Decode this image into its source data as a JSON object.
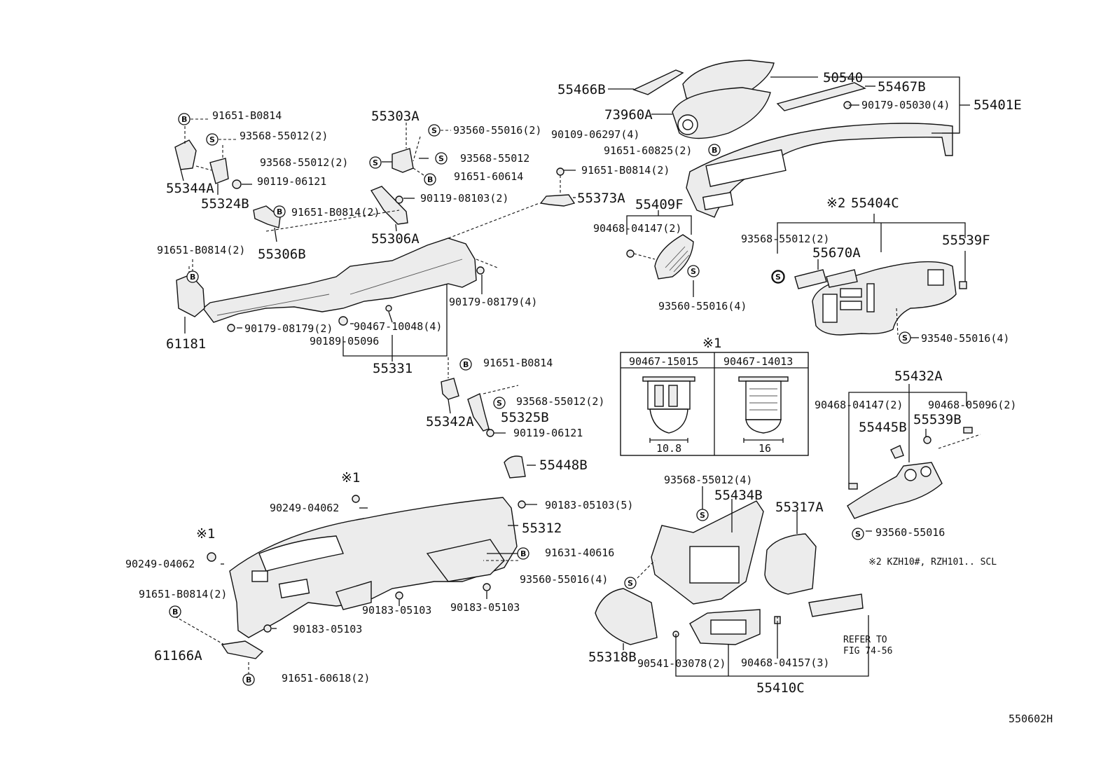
{
  "diagram_code": "550602H",
  "parts": {
    "p55466B": "55466B",
    "p50540": "50540",
    "p55467B": "55467B",
    "p73960A": "73960A",
    "p90179_05030": "90179-05030(4)",
    "p55401E": "55401E",
    "p90109_06297": "90109-06297(4)",
    "p91651_60825": "91651-60825(2)",
    "p91651_B0814_a": "91651-B0814",
    "p93568_55012_2a": "93568-55012(2)",
    "p55344A": "55344A",
    "p90119_06121_a": "90119-06121",
    "p55324B": "55324B",
    "p91651_B0814_2a": "91651-B0814(2)",
    "p55306B": "55306B",
    "p55303A": "55303A",
    "p93560_55016_2": "93560-55016(2)",
    "p93568_55012_2b": "93568-55012(2)",
    "p93568_55012_c": "93568-55012",
    "p91651_60614": "91651-60614",
    "p91651_B0814_2b": "91651-B0814(2)",
    "p90119_08103": "90119-08103(2)",
    "p55373A": "55373A",
    "p55306A": "55306A",
    "p91651_B0814_2c": "91651-B0814(2)",
    "p61181": "61181",
    "p90179_08179_2": "90179-08179(2)",
    "p90467_10048": "90467-10048(4)",
    "p90189_05096": "90189-05096",
    "p90179_08179_4": "90179-08179(4)",
    "p55331": "55331",
    "p55409F": "55409F",
    "p90468_04147_2a": "90468-04147(2)",
    "p93560_55016_4a": "93560-55016(4)",
    "p55404C": "55404C",
    "mark2": "※2",
    "p93568_55012_2d": "93568-55012(2)",
    "p55670A": "55670A",
    "p55539F": "55539F",
    "p93540_55016": "93540-55016(4)",
    "p91651_B0814_d": "91651-B0814",
    "p93568_55012_2e": "93568-55012(2)",
    "p55325B": "55325B",
    "p55342A": "55342A",
    "p90119_06121_b": "90119-06121",
    "p55448B": "55448B",
    "p55432A": "55432A",
    "p90468_04147_2b": "90468-04147(2)",
    "p90468_05096": "90468-05096(2)",
    "p55445B": "55445B",
    "p55539B": "55539B",
    "p93560_55016_a": "93560-55016",
    "note2": "※2 KZH10#, RZH101.. SCL",
    "mark1a": "※1",
    "p90249_04062_a": "90249-04062",
    "p90183_05103_5": "90183-05103(5)",
    "p55312": "55312",
    "mark1b": "※1",
    "p90249_04062_b": "90249-04062",
    "p91631_40616": "91631-40616",
    "p91651_B0814_2e": "91651-B0814(2)",
    "p90183_05103_a": "90183-05103",
    "p90183_05103_b": "90183-05103",
    "p90183_05103_c": "90183-05103",
    "p61166A": "61166A",
    "p91651_60618": "91651-60618(2)",
    "p93568_55012_4": "93568-55012(4)",
    "p55434B": "55434B",
    "p55317A": "55317A",
    "p93560_55016_4b": "93560-55016(4)",
    "p55318B": "55318B",
    "p90541_03078": "90541-03078(2)",
    "p90468_04157": "90468-04157(3)",
    "p55410C": "55410C",
    "refer1": "REFER TO",
    "refer2": "FIG 74-56"
  },
  "table": {
    "mark": "※1",
    "col1": "90467-15015",
    "col2": "90467-14013",
    "dim1": "10.8",
    "dim2": "16"
  },
  "symbols": {
    "bolt": "B",
    "screw": "S"
  }
}
